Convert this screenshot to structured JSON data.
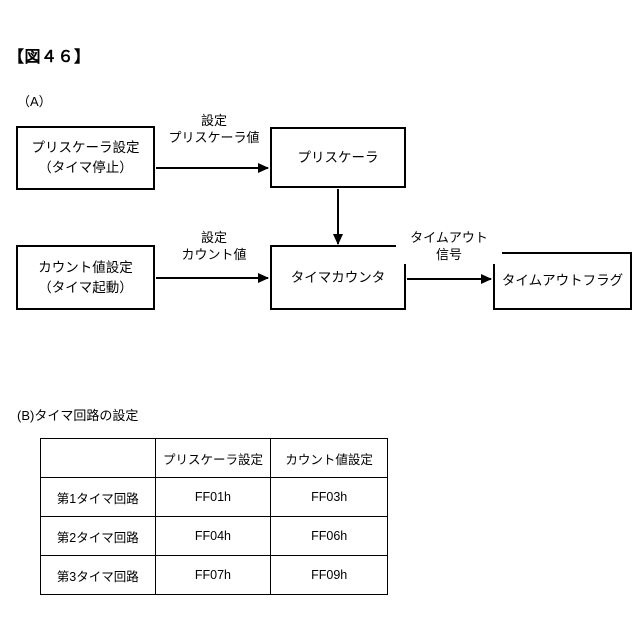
{
  "figure": {
    "title": "【図４６】"
  },
  "sections": {
    "a_label": "（A）",
    "b_label": "(B)タイマ回路の設定"
  },
  "diagram": {
    "boxes": {
      "prescaler_setting": {
        "line1": "プリスケーラ設定",
        "line2": "（タイマ停止）"
      },
      "prescaler": {
        "line1": "プリスケーラ"
      },
      "count_setting": {
        "line1": "カウント値設定",
        "line2": "（タイマ起動）"
      },
      "timer_counter": {
        "line1": "タイマカウンタ"
      },
      "timeout_flag": {
        "line1": "タイムアウトフラグ"
      }
    },
    "arrow_labels": {
      "prescaler_value": {
        "line1": "設定",
        "line2": "プリスケーラ値"
      },
      "count_value": {
        "line1": "設定",
        "line2": "カウント値"
      },
      "timeout_signal": {
        "line1": "タイムアウト",
        "line2": "信号"
      }
    },
    "line_color": "#000000"
  },
  "table": {
    "headers": [
      "",
      "プリスケーラ設定",
      "カウント値設定"
    ],
    "rows": [
      [
        "第1タイマ回路",
        "FF01h",
        "FF03h"
      ],
      [
        "第2タイマ回路",
        "FF04h",
        "FF06h"
      ],
      [
        "第3タイマ回路",
        "FF07h",
        "FF09h"
      ]
    ]
  }
}
